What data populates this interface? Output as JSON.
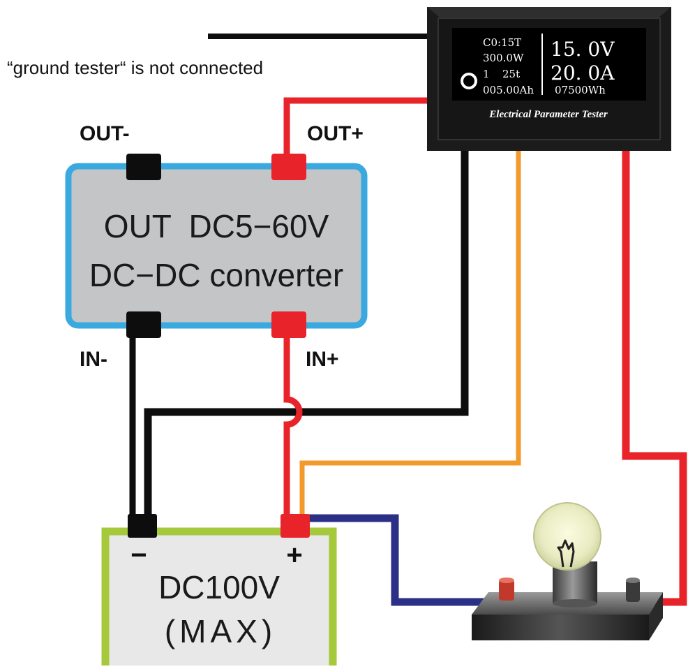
{
  "note": "“ground tester“ is not connected",
  "converter": {
    "out_minus": "OUT-",
    "out_plus": "OUT+",
    "in_minus": "IN-",
    "in_plus": "IN+",
    "line1": "OUT  DC5−60V",
    "line2": "DC−DC converter"
  },
  "tester": {
    "time": "C0:15T",
    "power": "300.0W",
    "idx": "1",
    "temp": "25t",
    "ah": "005.00Ah",
    "wh": "07500Wh",
    "voltage": "15. 0V",
    "current": "20. 0A",
    "caption": "Electrical Parameter Tester"
  },
  "source": {
    "minus": "−",
    "plus": "+",
    "line1": "DC100V",
    "line2": "(MAX)"
  },
  "colors": {
    "wire_black": "#0d0d0d",
    "wire_red": "#e8232a",
    "wire_orange": "#f39a2c",
    "wire_blue": "#2b2f86",
    "converter_border": "#3aa9e0",
    "converter_fill": "#c4c5c6",
    "source_border": "#a5c93a",
    "source_fill": "#e8e8e8",
    "tester_body": "#1b1b1b"
  },
  "icons": {
    "lamp": "light-bulb-icon",
    "power_indicator": "power-dot-icon"
  }
}
